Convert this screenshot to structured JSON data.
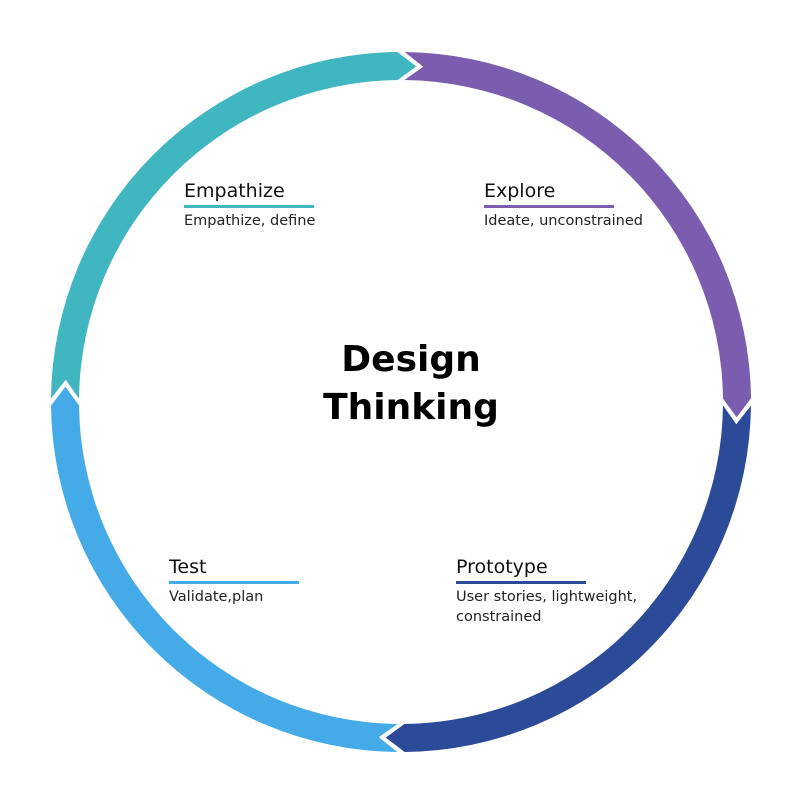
{
  "center": {
    "line1": "Design",
    "line2": "Thinking"
  },
  "stages": [
    {
      "title": "Empathize",
      "description": "Empathize, define",
      "color": "#3fb6c0"
    },
    {
      "title": "Explore",
      "description": "Ideate, unconstrained",
      "color": "#7a5dae"
    },
    {
      "title": "Prototype",
      "description": "User stories, lightweight, constrained",
      "color": "#2b4a98"
    },
    {
      "title": "Test",
      "description": "Validate,plan",
      "color": "#44aae8"
    }
  ]
}
